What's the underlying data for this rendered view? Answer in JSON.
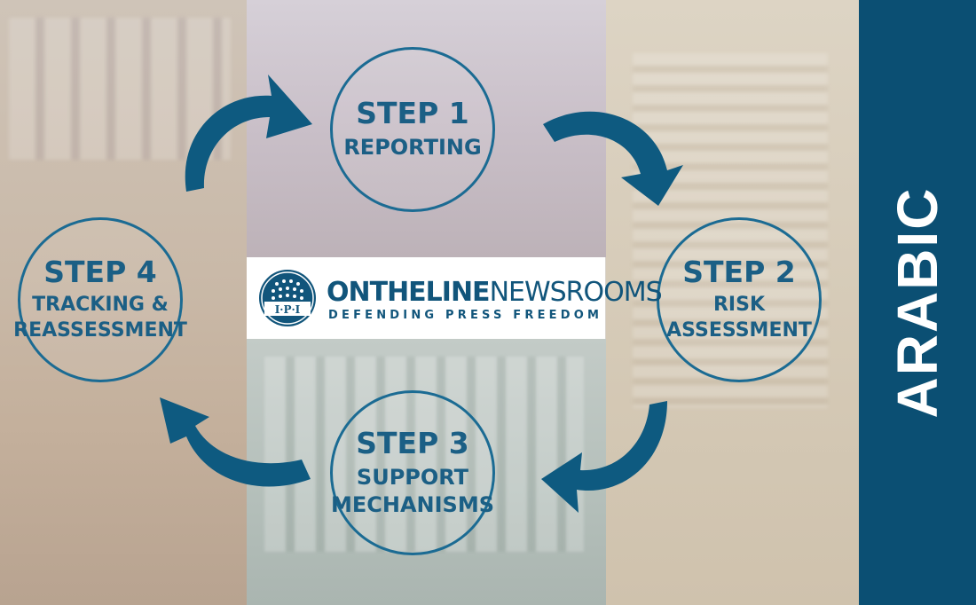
{
  "steps": [
    {
      "title": "STEP 1",
      "lines": [
        "REPORTING"
      ]
    },
    {
      "title": "STEP 2",
      "lines": [
        "RISK",
        "ASSESSMENT"
      ]
    },
    {
      "title": "STEP 3",
      "lines": [
        "SUPPORT",
        "MECHANISMS"
      ]
    },
    {
      "title": "STEP 4",
      "lines": [
        "TRACKING &",
        "REASSESSMENT"
      ]
    }
  ],
  "logo": {
    "name_bold": "ONTHELINE",
    "name_light": "NEWSROOMS",
    "tagline": "DEFENDING PRESS FREEDOM",
    "seal_text": "I·P·I"
  },
  "sidebar": {
    "label": "ARABIC"
  },
  "colors": {
    "primary": "#0b4f73",
    "circle": "#1b6b93",
    "text": "#1b5f85"
  }
}
